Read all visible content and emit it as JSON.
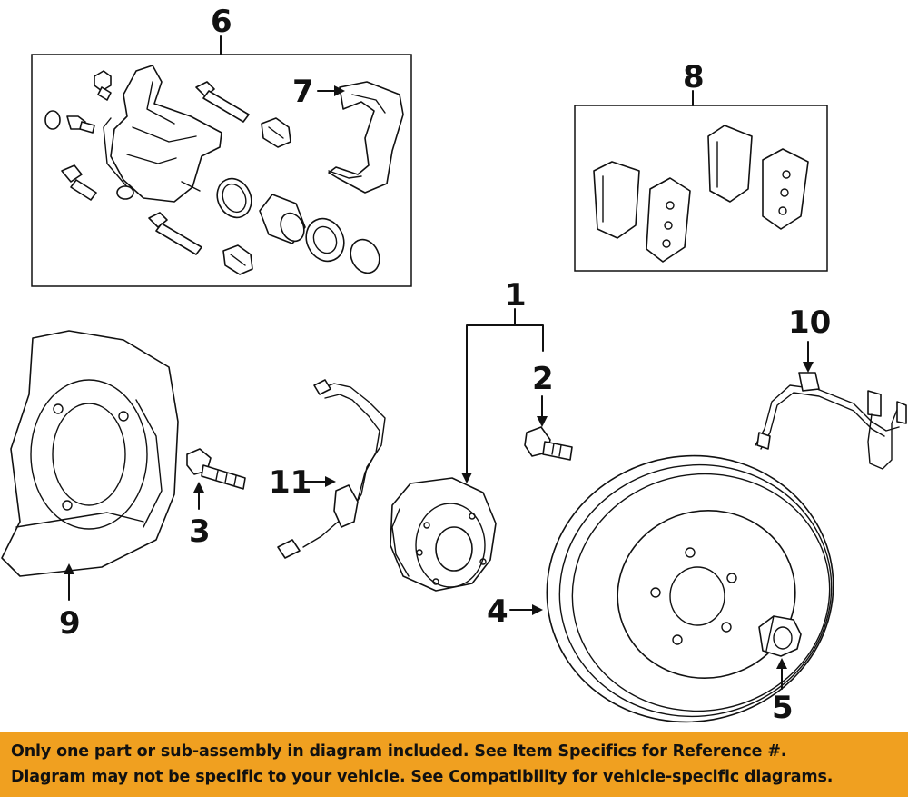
{
  "callouts": {
    "c1": "1",
    "c2": "2",
    "c3": "3",
    "c4": "4",
    "c5": "5",
    "c6": "6",
    "c7": "7",
    "c8": "8",
    "c9": "9",
    "c10": "10",
    "c11": "11"
  },
  "footer": {
    "line1": "Only one part or sub-assembly in diagram included. See Item Specifics for Reference #.",
    "line2": "Diagram may not be specific to your vehicle. See Compatibility for vehicle-specific diagrams."
  },
  "colors": {
    "footer_bg": "#f0a020",
    "line": "#111111",
    "background": "#ffffff"
  }
}
